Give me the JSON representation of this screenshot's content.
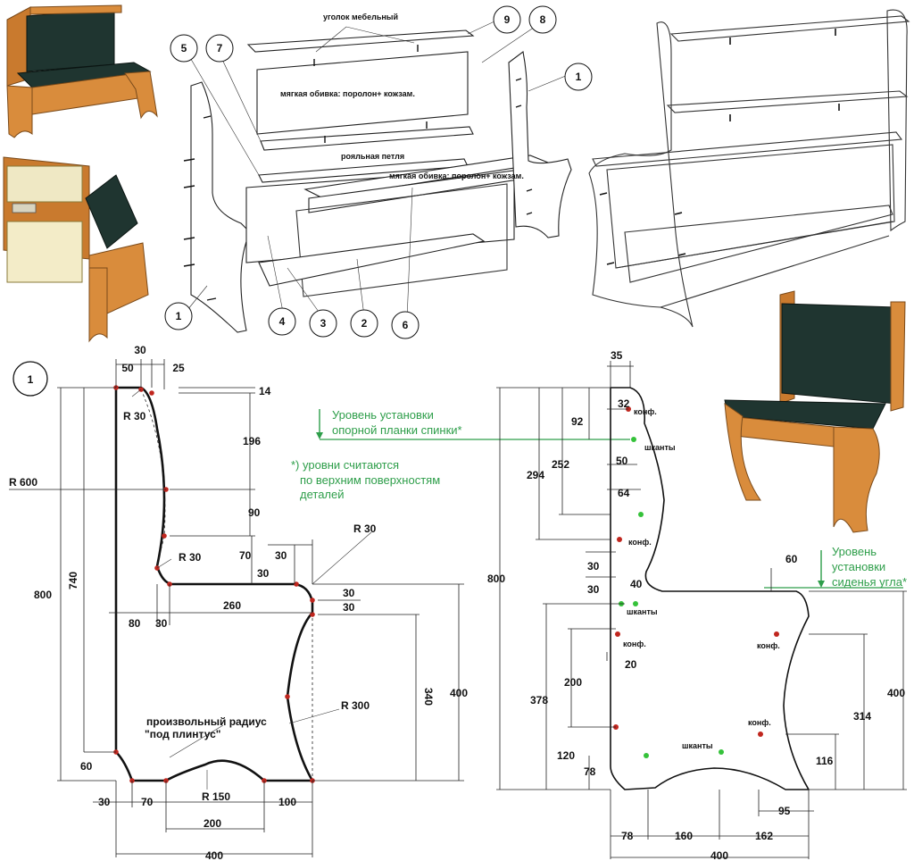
{
  "labels": {
    "furniture_corner": "уголок мебельный",
    "soft_upholstery_top": "мягкая обивка: поролон+ кожзам.",
    "piano_hinge": "рояльная петля",
    "soft_upholstery_seat": "мягкая обивка: поролон+ кожзам.",
    "random_radius_1": "произвольный радиус",
    "random_radius_2": "\"под плинтус\"",
    "konf": "конф.",
    "shkanty": "шканты"
  },
  "callouts": [
    "1",
    "1",
    "2",
    "3",
    "4",
    "5",
    "6",
    "7",
    "8",
    "9"
  ],
  "notes": {
    "back_level_1": "Уровень установки",
    "back_level_2": "опорной планки спинки*",
    "levels_note_1": "*) уровни считаются",
    "levels_note_2": "по верхним поверхностям",
    "levels_note_3": "деталей",
    "seat_level_1": "Уровень",
    "seat_level_2": "установки",
    "seat_level_3": "сиденья угла*"
  },
  "part1": {
    "number": "1",
    "dims": {
      "d30_top": "30",
      "d50": "50",
      "d25": "25",
      "d14": "14",
      "d196": "196",
      "d90": "90",
      "r30_a": "R 30",
      "r600": "R 600",
      "r30_b": "R 30",
      "r30_c": "R 30",
      "d70": "70",
      "d30_a": "30",
      "d30_b": "30",
      "d30_c": "30",
      "d30_d": "30",
      "d80": "80",
      "d30_e": "30",
      "d260": "260",
      "d740": "740",
      "d800": "800",
      "d340": "340",
      "d400v": "400",
      "r300": "R 300",
      "r150": "R 150",
      "d60": "60",
      "d30_f": "30",
      "d70_b": "70",
      "d100": "100",
      "d200": "200",
      "d400h": "400"
    }
  },
  "part2": {
    "dims": {
      "d35": "35",
      "d32": "32",
      "d92": "92",
      "d294": "294",
      "d252": "252",
      "d50": "50",
      "d64": "64",
      "d800": "800",
      "d30_a": "30",
      "d30_b": "30",
      "d40": "40",
      "d20": "20",
      "d378": "378",
      "d200": "200",
      "d120": "120",
      "d78v": "78",
      "d60": "60",
      "d400v": "400",
      "d314": "314",
      "d116": "116",
      "d95": "95",
      "d78": "78",
      "d160": "160",
      "d162": "162",
      "d400h": "400"
    }
  },
  "colors": {
    "accent_green": "#2e9e4a",
    "konf_dot": "#c0261e",
    "shkant_dot": "#35c23a",
    "wood": "#d98c3c",
    "leather": "#1f3530"
  }
}
